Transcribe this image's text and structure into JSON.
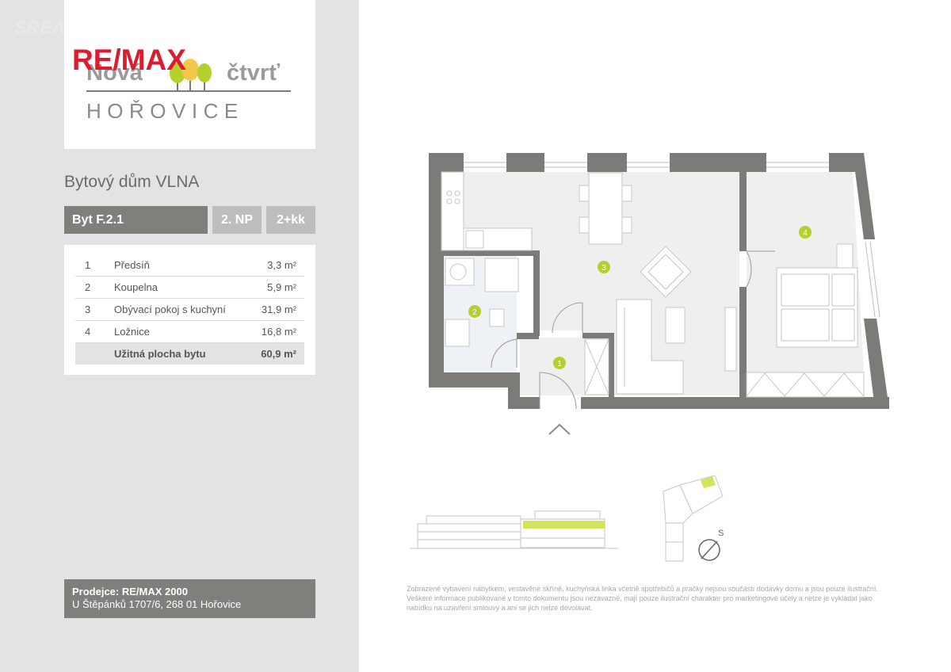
{
  "watermark": "SREALITY",
  "logo": {
    "brand": "RE/MAX",
    "project_left": "Nová",
    "project_right": "čtvrť",
    "town": "HOŘOVICE"
  },
  "building_title": "Bytový dům VLNA",
  "tags": {
    "unit": "Byt F.2.1",
    "floor": "2. NP",
    "layout": "2+kk"
  },
  "rooms": [
    {
      "num": "1",
      "name": "Předsíň",
      "area": "3,3 m²"
    },
    {
      "num": "2",
      "name": "Koupelna",
      "area": "5,9 m²"
    },
    {
      "num": "3",
      "name": "Obývací pokoj s kuchyní",
      "area": "31,9 m²"
    },
    {
      "num": "4",
      "name": "Ložnice",
      "area": "16,8 m²"
    }
  ],
  "total": {
    "label": "Užitná plocha bytu",
    "area": "60,9 m²"
  },
  "seller": {
    "title": "Prodejce: RE/MAX 2000",
    "address": "U Štěpánků 1707/6, 268 01 Hořovice"
  },
  "plan_markers": [
    "1",
    "2",
    "3",
    "4"
  ],
  "compass_label": "S",
  "disclaimer": "Zobrazené vybavení nábytkem, vestavěné skříně, kuchyňská linka včetně spotřebičů a pračky nejsou součástí dodávky domu a jsou pouze ilustrační. Veškeré informace publikované v tomto dokumentu jsou nezávazné, mají pouze ilustrační charakter pro marketingové účely a nelze je vykládat jako nabídku na uzavření smlouvy a ani se jich nelze dovolávat.",
  "colors": {
    "brand_red": "#dc1c2e",
    "brand_blue": "#003da5",
    "accent_green": "#b5cf2c",
    "wall": "#7d7b78",
    "panel": "#e3e3e5"
  }
}
